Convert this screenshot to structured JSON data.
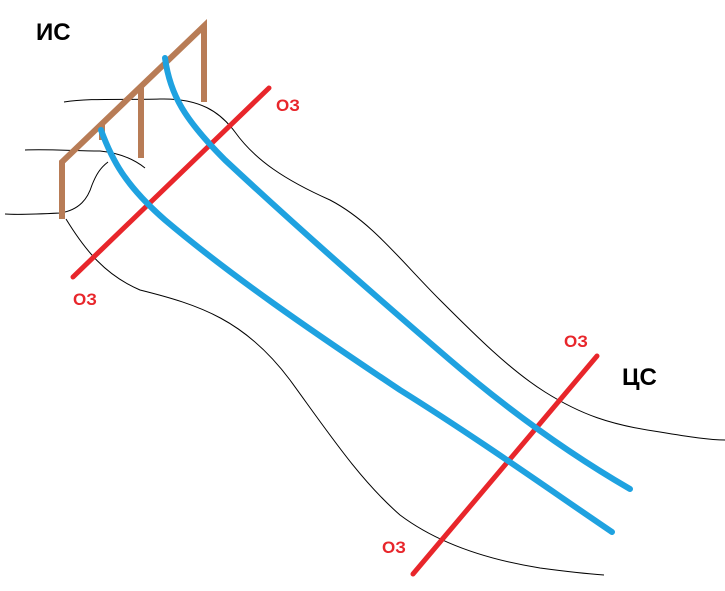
{
  "labels": {
    "source": "ИС",
    "target": "ЦС",
    "zone_top_right": "ОЗ",
    "zone_top_left": "ОЗ",
    "zone_bottom_right": "ОЗ",
    "zone_bottom_left": "ОЗ"
  },
  "colors": {
    "route": "#1fa2e0",
    "zone_line": "#e8262b",
    "zone_label": "#e8262b",
    "structure": "#b87c56",
    "terrain": "#000000",
    "label": "#000000"
  }
}
